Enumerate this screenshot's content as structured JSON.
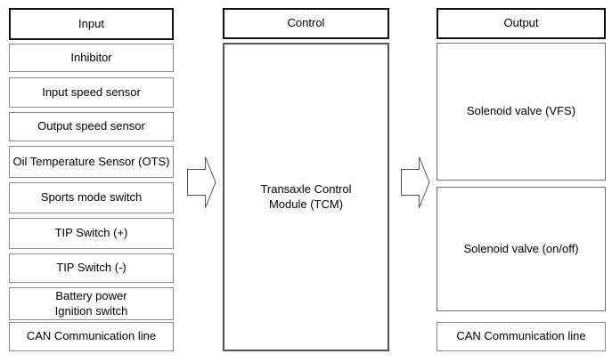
{
  "columns": {
    "input": {
      "header": "Input",
      "items": [
        {
          "label": "Inhibitor"
        },
        {
          "label": "Input speed sensor"
        },
        {
          "label": "Output speed sensor"
        },
        {
          "label": "Oil Temperature Sensor (OTS)"
        },
        {
          "label": "Sports mode switch"
        },
        {
          "label": "TIP Switch (+)"
        },
        {
          "label": "TIP Switch (-)"
        },
        {
          "label": "Battery power\nIgnition switch"
        },
        {
          "label": "CAN Communication line"
        }
      ]
    },
    "control": {
      "header": "Control",
      "module_label": "Transaxle Control\nModule (TCM)"
    },
    "output": {
      "header": "Output",
      "items": [
        {
          "label": "Solenoid valve (VFS)"
        },
        {
          "label": "Solenoid valve (on/off)"
        },
        {
          "label": "CAN Communication line"
        }
      ]
    }
  },
  "icons": {
    "flow_arrow": "right-block-arrow"
  },
  "colors": {
    "background": "#ffffff",
    "text": "#000000",
    "header_border": "#111111",
    "item_border": "#8a8a8a",
    "module_border": "#555555"
  }
}
